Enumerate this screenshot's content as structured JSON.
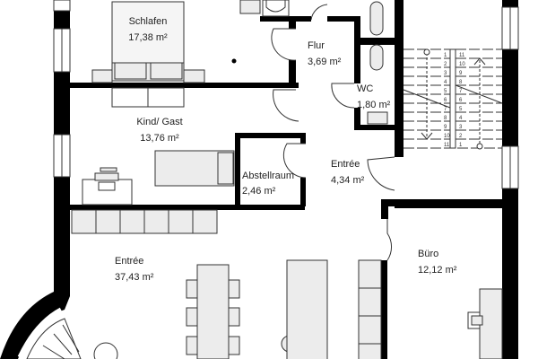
{
  "rooms": [
    {
      "name": "Schlafen",
      "area": "17,38 m²"
    },
    {
      "name": "Flur",
      "area": "3,69 m²"
    },
    {
      "name": "WC",
      "area": "1,80 m²"
    },
    {
      "name": "Kind/ Gast",
      "area": "13,76 m²"
    },
    {
      "name": "Abstellraum",
      "area": "2,46 m²"
    },
    {
      "name": "Entrée",
      "area": "4,34 m²"
    },
    {
      "name": "Büro",
      "area": "12,12 m²"
    },
    {
      "name": "Entrée",
      "area": "37,43 m²"
    }
  ],
  "stairs": {
    "left_steps": [
      "1",
      "2",
      "3",
      "4",
      "5",
      "6",
      "7",
      "8",
      "9",
      "10",
      "11"
    ],
    "right_steps": [
      "11",
      "10",
      "9",
      "8",
      "7",
      "6",
      "5",
      "4",
      "3",
      "2",
      "1"
    ]
  },
  "colors": {
    "wall": "#000000",
    "furniture": "#ececec",
    "line": "#333333"
  }
}
